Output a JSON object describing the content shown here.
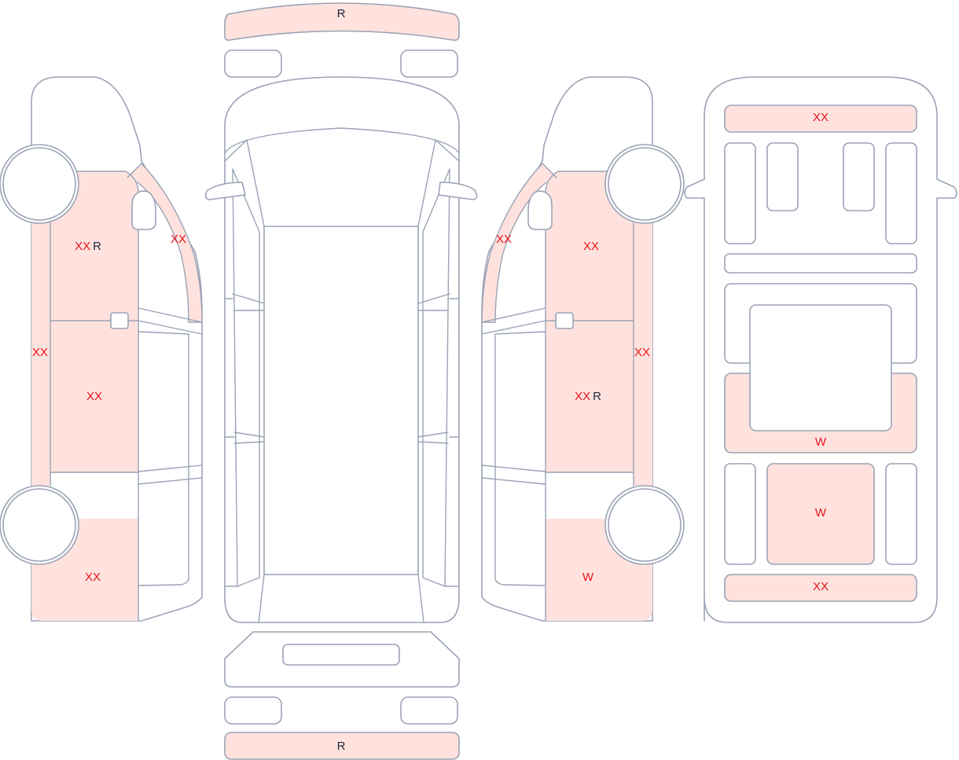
{
  "colors": {
    "outline": "#9aa3b5",
    "damage_fill": "#ffe2de",
    "damage_text": "#e3141b",
    "repair_text": "#1f2a40",
    "background": "#ffffff"
  },
  "views": {
    "left_side": {
      "front_fender": "XX R",
      "front_door": "XX",
      "rear_quarter": "XX",
      "rocker_panel": "XX",
      "a_pillar": "XX"
    },
    "top": {
      "front_bumper": "R",
      "rear_bumper": "R"
    },
    "right_side": {
      "front_fender": "XX",
      "front_door": "XX R",
      "rear_quarter": "W",
      "rocker_panel": "XX",
      "a_pillar": "XX"
    },
    "underside": {
      "front_member": "XX",
      "center_floor": "W",
      "rear_floor": "W",
      "rear_member": "XX"
    }
  }
}
